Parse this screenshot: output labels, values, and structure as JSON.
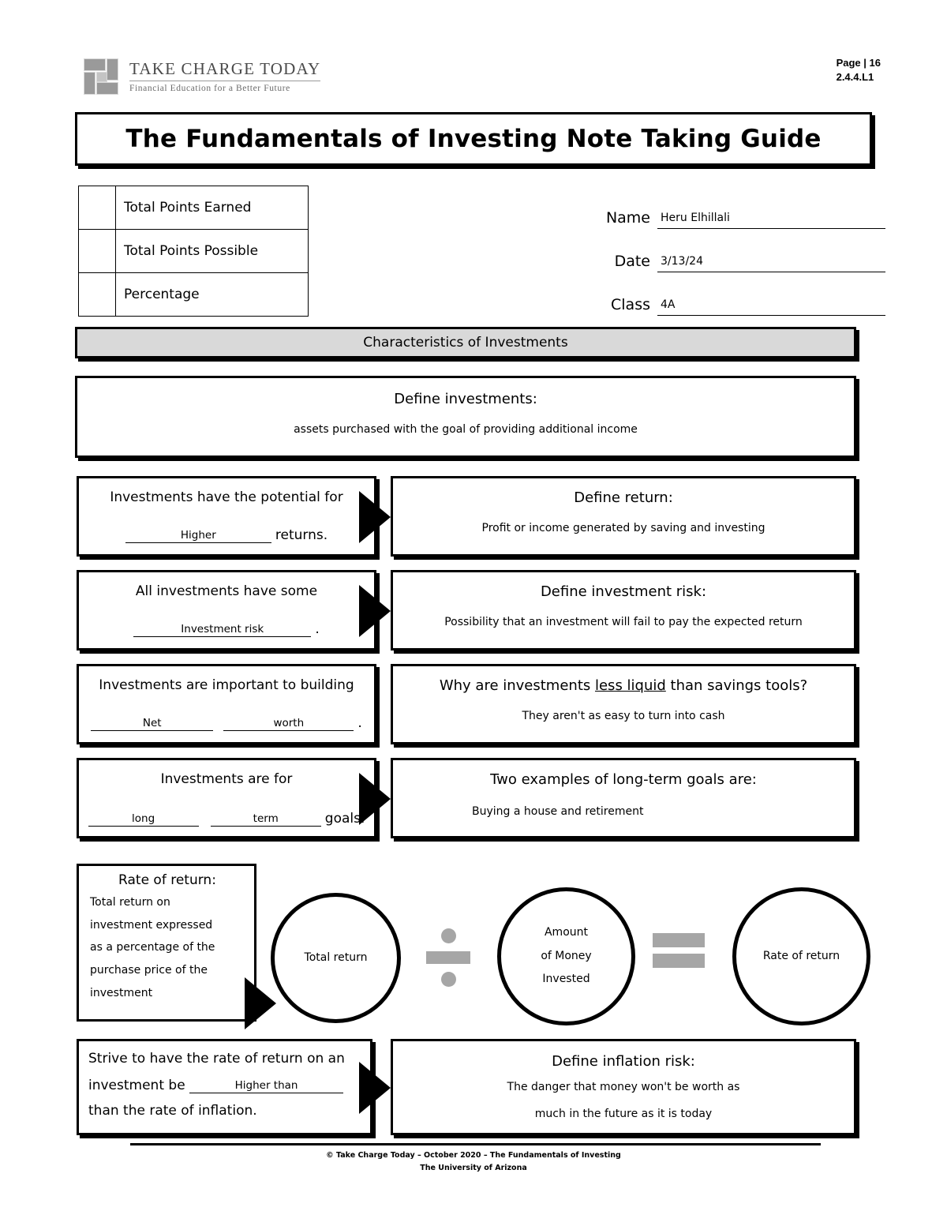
{
  "header": {
    "logo_title": "TAKE CHARGE TODAY",
    "logo_subtitle": "Financial Education for a Better Future",
    "logo_icon": "grid-blocks-logo",
    "page_label": "Page | 16",
    "lesson_code": "2.4.4.L1"
  },
  "document": {
    "title": "The Fundamentals of Investing Note Taking Guide"
  },
  "points_table": {
    "rows": [
      {
        "label": "Total Points Earned",
        "value": ""
      },
      {
        "label": "Total Points Possible",
        "value": ""
      },
      {
        "label": "Percentage",
        "value": ""
      }
    ]
  },
  "identity": {
    "name_label": "Name",
    "name_value": "Heru Elhillali",
    "date_label": "Date",
    "date_value": "3/13/24",
    "class_label": "Class",
    "class_value": "4A"
  },
  "section": {
    "title": "Characteristics of Investments"
  },
  "define_investments": {
    "heading": "Define investments:",
    "answer": "assets purchased with the goal of providing additional income"
  },
  "rows": [
    {
      "left_pre": "Investments have the potential for",
      "left_blank": "Higher",
      "left_post": "returns.",
      "has_arrow": true,
      "right_heading": "Define return:",
      "right_answer": "Profit or income generated by saving and investing"
    },
    {
      "left_pre": "All investments have some",
      "left_blank": "Investment risk",
      "left_post": ".",
      "has_arrow": true,
      "right_heading": "Define investment risk:",
      "right_answer": "Possibility that an investment will fail to pay the expected return"
    },
    {
      "left_pre": "Investments are important to building",
      "left_blank": "Net",
      "left_blank2": "worth",
      "left_post": ".",
      "has_arrow": false,
      "right_heading": "Why are investments less liquid than savings tools?",
      "right_heading_underline": "less liquid",
      "right_answer": "They aren't as easy to turn into cash"
    },
    {
      "left_pre": "Investments are for",
      "left_blank": "long",
      "left_blank2": "term",
      "left_post": "goals.",
      "has_arrow": true,
      "right_heading": "Two examples of long-term goals are:",
      "right_answer": "Buying a house and retirement"
    }
  ],
  "formula": {
    "definition_heading": "Rate of return:",
    "definition_body": "Total return on investment expressed as a percentage of the purchase price of the investment",
    "definition_lines": [
      "Total return on",
      "investment expressed",
      "as a percentage of the",
      "purchase price of the",
      "investment"
    ],
    "circle1": "Total return",
    "operator1": "divide-icon",
    "circle2_lines": [
      "Amount",
      "of Money",
      "Invested"
    ],
    "operator2": "equals-icon",
    "circle3": "Rate of return",
    "operator_color": "#a6a6a6"
  },
  "inflation_row": {
    "left_line1": "Strive to have the rate of return on an",
    "left_line2_pre": "investment be",
    "left_blank": "Higher than",
    "left_line3": "than the rate of inflation.",
    "right_heading": "Define inflation risk:",
    "right_answer_line1": "The danger that money won't be worth as",
    "right_answer_line2": "much in the future as it is today"
  },
  "footer": {
    "line1": "© Take Charge Today – October 2020 – The Fundamentals of Investing",
    "line2": "The University of Arizona"
  }
}
